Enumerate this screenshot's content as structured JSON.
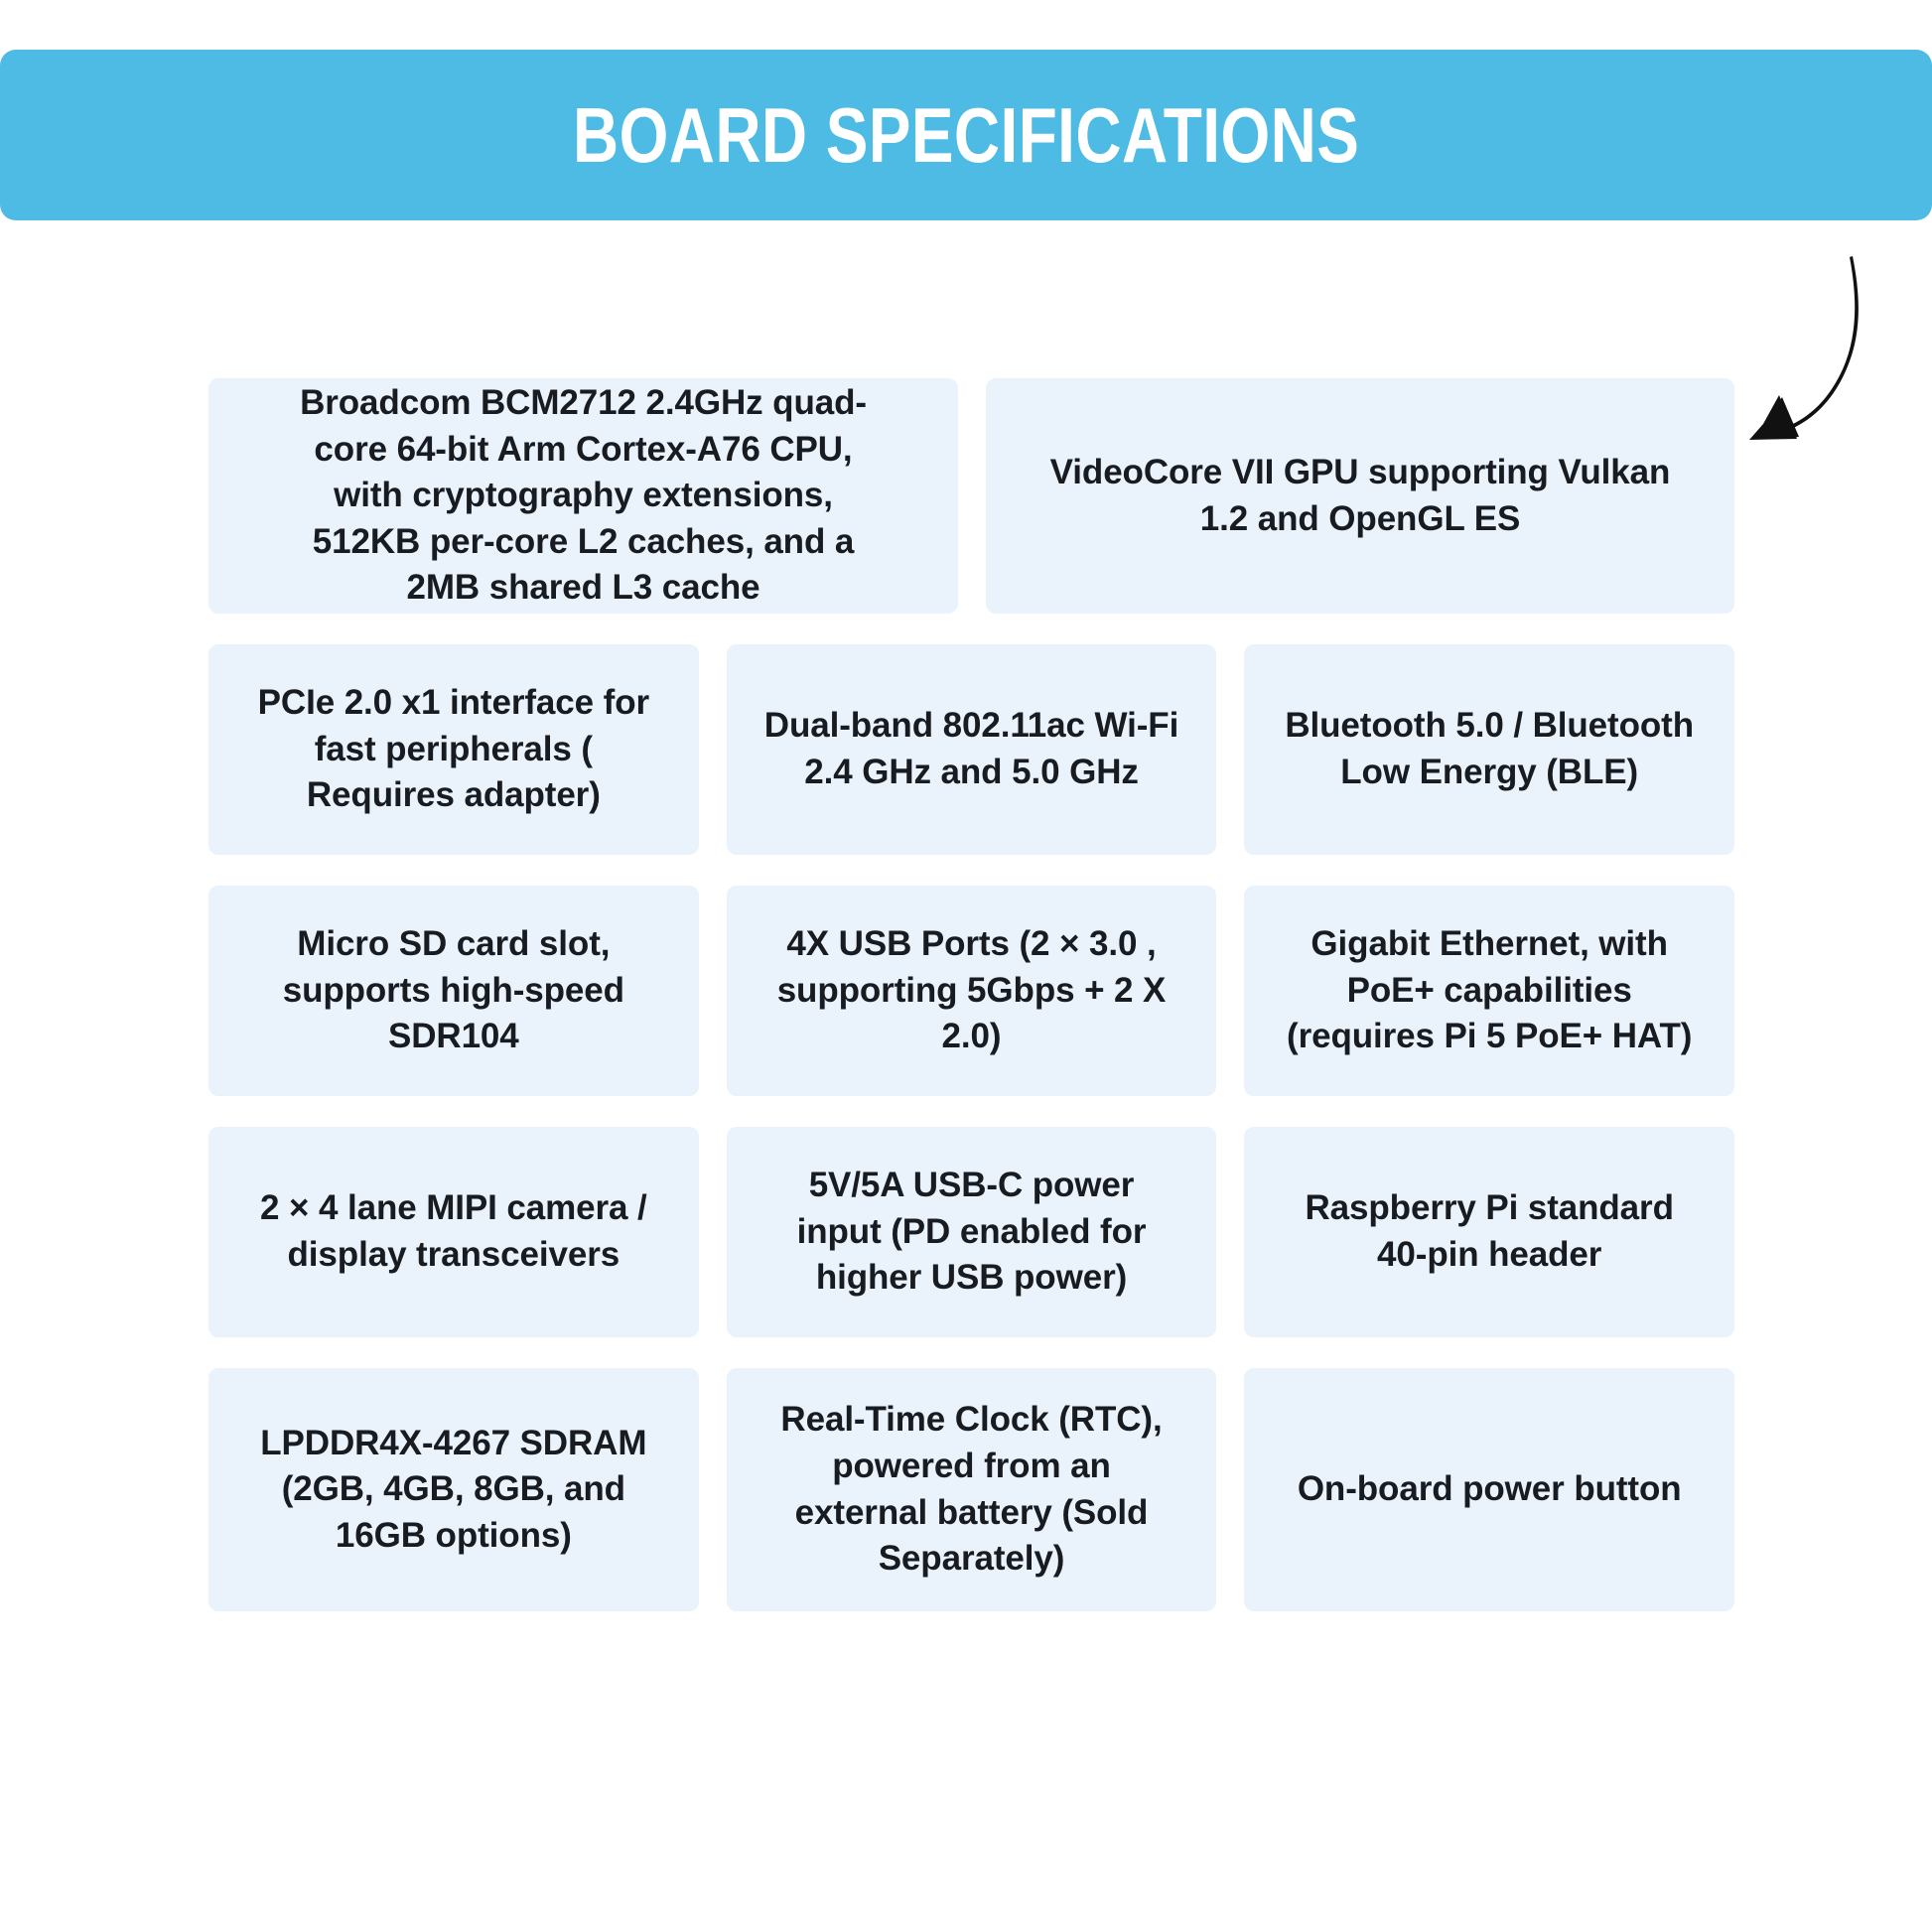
{
  "header": {
    "title": "BOARD SPECIFICATIONS",
    "background_color": "#4dbbe3",
    "text_color": "#ffffff"
  },
  "decoration": {
    "arrow": "curved-down-left-arrow",
    "arrow_color": "#111111"
  },
  "card_style": {
    "background_color": "#eaf2fc",
    "text_color": "#181b1f"
  },
  "specs": {
    "rows": [
      {
        "layout": "two-column",
        "cards": [
          {
            "text": "Broadcom BCM2712 2.4GHz quad-core 64-bit Arm Cortex-A76 CPU, with cryptography extensions, 512KB per-core L2 caches, and a 2MB shared L3 cache"
          },
          {
            "text": "VideoCore VII GPU supporting  Vulkan 1.2 and OpenGL ES"
          }
        ]
      },
      {
        "layout": "three-column",
        "cards": [
          {
            "text": "PCIe 2.0 x1 interface for fast peripherals ( Requires adapter)"
          },
          {
            "text": "Dual-band 802.11ac Wi-Fi 2.4 GHz and 5.0 GHz"
          },
          {
            "text": "Bluetooth 5.0 / Bluetooth Low Energy (BLE)"
          }
        ]
      },
      {
        "layout": "three-column",
        "cards": [
          {
            "text": "Micro SD card slot, supports high-speed SDR104"
          },
          {
            "text": "4X USB Ports (2 × 3.0 , supporting 5Gbps + 2 X 2.0)"
          },
          {
            "text": "Gigabit Ethernet, with PoE+ capabilities (requires Pi 5 PoE+ HAT)"
          }
        ]
      },
      {
        "layout": "three-column",
        "cards": [
          {
            "text": "2 × 4 lane MIPI camera / display transceivers"
          },
          {
            "text": "5V/5A USB-C power input (PD enabled for higher USB power)"
          },
          {
            "text": "Raspberry Pi standard 40-pin header"
          }
        ]
      },
      {
        "layout": "three-column",
        "cards": [
          {
            "text": "LPDDR4X-4267 SDRAM (2GB, 4GB, 8GB, and 16GB options)"
          },
          {
            "text": "Real-Time Clock (RTC), powered from an external battery (Sold Separately)"
          },
          {
            "text": "On-board power button"
          }
        ]
      }
    ]
  }
}
